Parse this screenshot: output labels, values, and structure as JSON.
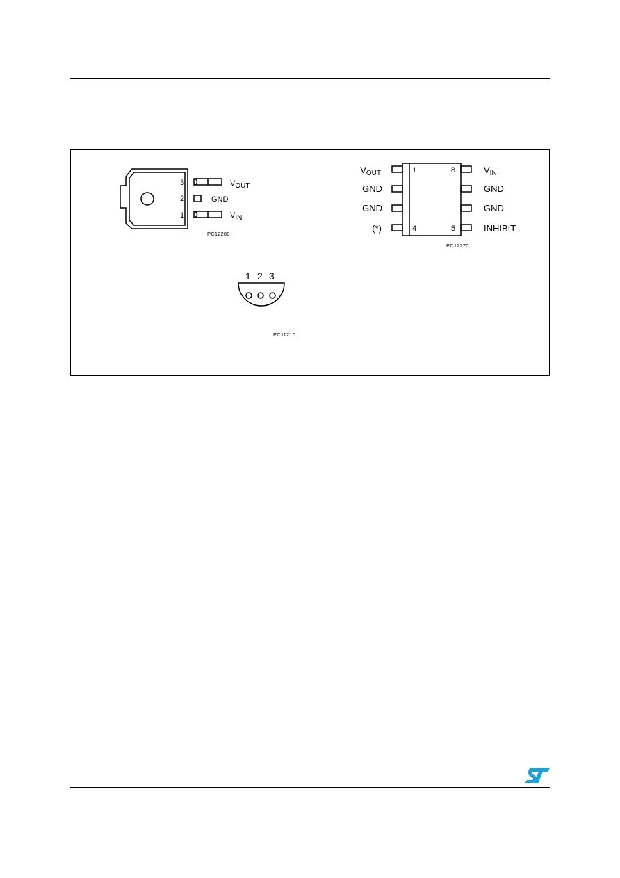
{
  "figure": {
    "dpak": {
      "pins": [
        {
          "number": "3",
          "label": "V",
          "sub": "OUT"
        },
        {
          "number": "2",
          "label": "GND",
          "sub": ""
        },
        {
          "number": "1",
          "label": "V",
          "sub": "IN"
        }
      ],
      "code": "PC12280"
    },
    "so8": {
      "left_pins": [
        {
          "label": "V",
          "sub": "OUT"
        },
        {
          "label": "GND",
          "sub": ""
        },
        {
          "label": "GND",
          "sub": ""
        },
        {
          "label": "(*)",
          "sub": ""
        }
      ],
      "right_pins": [
        {
          "label": "V",
          "sub": "IN"
        },
        {
          "label": "GND",
          "sub": ""
        },
        {
          "label": "GND",
          "sub": ""
        },
        {
          "label": "INHIBIT",
          "sub": ""
        }
      ],
      "pin_numbers": {
        "top_left": "1",
        "top_right": "8",
        "bottom_left": "4",
        "bottom_right": "5"
      },
      "code": "PC12270"
    },
    "to92": {
      "pin_numbers": [
        "1",
        "2",
        "3"
      ],
      "code": "PC11210"
    }
  },
  "colors": {
    "logo": "#1aa3d9",
    "line": "#000000"
  },
  "logo": {
    "icon": "st-logo-icon"
  }
}
